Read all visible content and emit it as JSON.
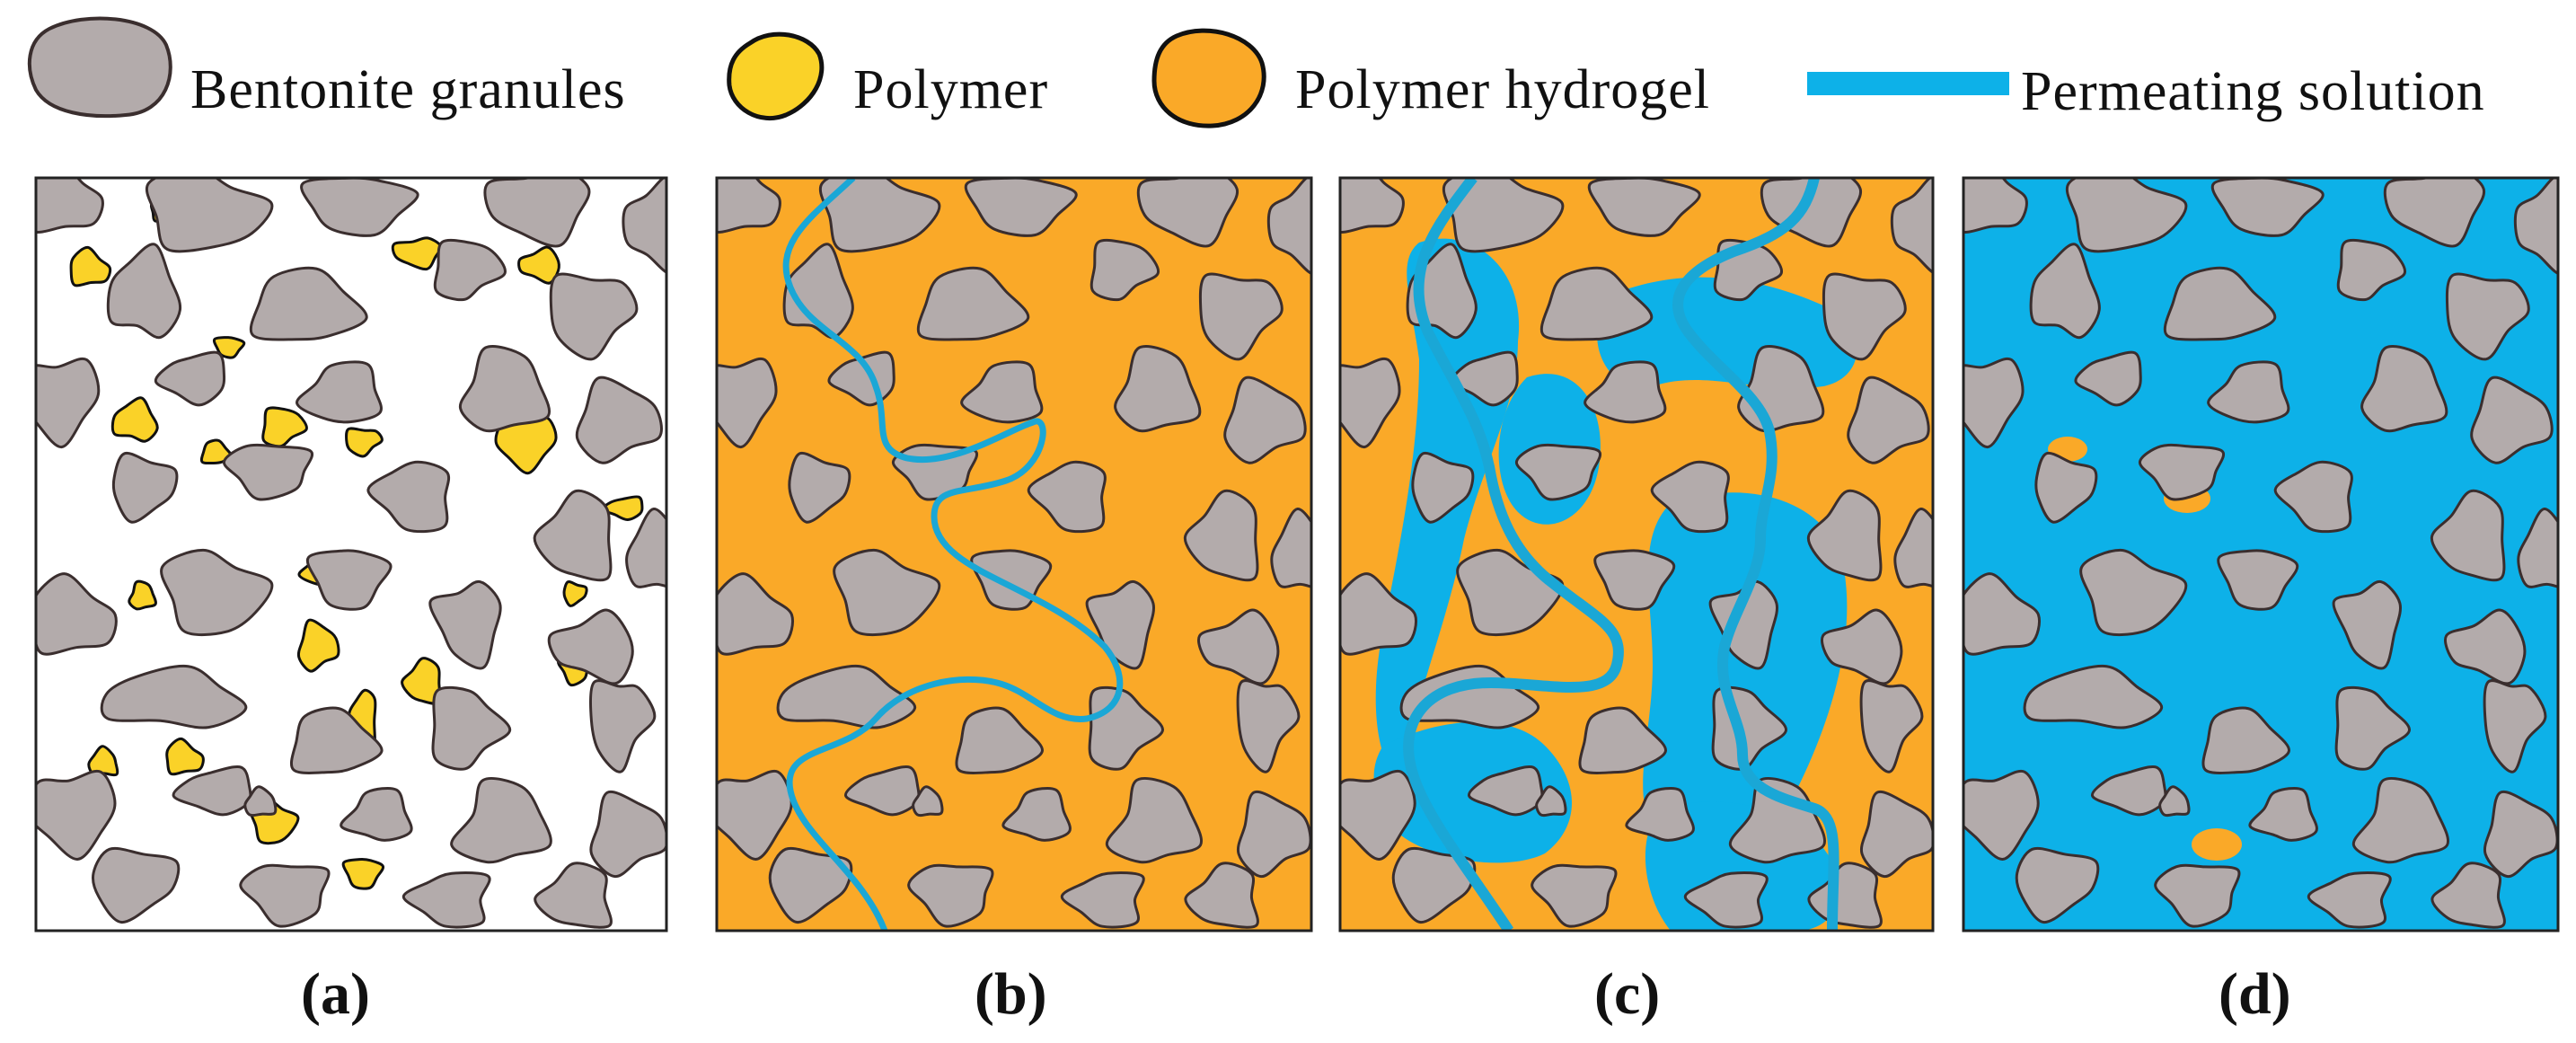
{
  "legend": [
    {
      "label": "Bentonite granules",
      "symbol": "granule-icon"
    },
    {
      "label": "Polymer",
      "symbol": "polymer-icon"
    },
    {
      "label": "Polymer hydrogel",
      "symbol": "hydrogel-icon"
    },
    {
      "label": "Permeating solution",
      "symbol": "permeating-line-icon"
    }
  ],
  "colors": {
    "granule": "#b3abab",
    "granule_stroke": "#3a2e2e",
    "polymer": "#fad228",
    "hydrogel": "#faa928",
    "solution": "#0db1e8",
    "solution_line": "#1aa7d6",
    "background": "#ffffff"
  },
  "panels": [
    {
      "label": "(a)",
      "state": "dry"
    },
    {
      "label": "(b)",
      "state": "hydrated"
    },
    {
      "label": "(c)",
      "state": "partial"
    },
    {
      "label": "(d)",
      "state": "flooded"
    }
  ]
}
